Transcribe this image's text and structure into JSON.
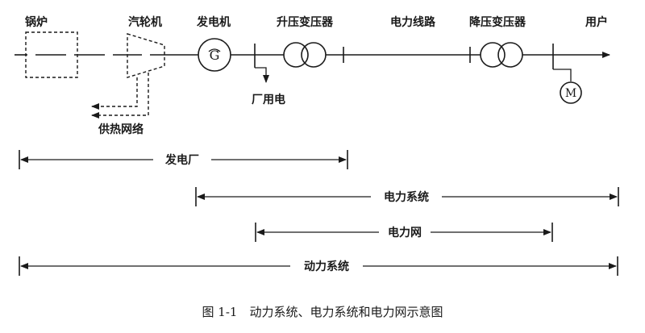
{
  "components": {
    "boiler": "锅炉",
    "turbine": "汽轮机",
    "generator": "发电机",
    "generator_symbol": "G",
    "step_up_transformer": "升压变压器",
    "transmission_line": "电力线路",
    "step_down_transformer": "降压变压器",
    "user": "用户",
    "station_service": "厂用电",
    "heat_supply_network": "供热网络",
    "motor_symbol": "M"
  },
  "ranges": {
    "power_plant": "发电厂",
    "power_system": "电力系统",
    "power_network": "电力网",
    "dynamic_system": "动力系统"
  },
  "caption": "图 1-1　动力系统、电力系统和电力网示意图"
}
